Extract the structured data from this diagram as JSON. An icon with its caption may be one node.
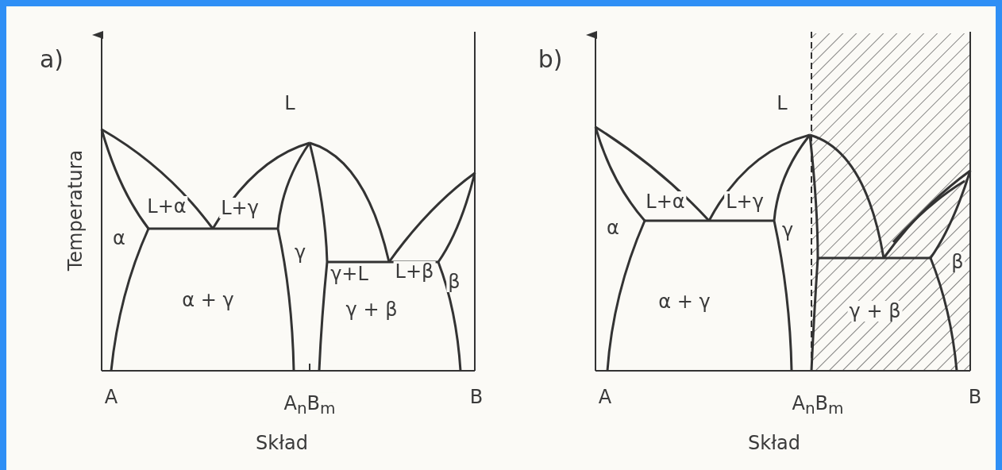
{
  "diagram": {
    "labels": [
      "a)",
      "L",
      "Temperatura",
      "L+α",
      "L+γ",
      "α",
      "γ",
      "γ+L",
      "L+β",
      "β",
      "α + γ",
      "γ + β",
      "A",
      "A$_{n}$B$_{m}$",
      "B",
      "Skład",
      "b)",
      "L",
      "L+α",
      "L+γ",
      "α",
      "γ",
      "β",
      "α + γ",
      "γ + β",
      "A",
      "A$_{n}$B$_{m}$",
      "B",
      "Skład"
    ]
  }
}
